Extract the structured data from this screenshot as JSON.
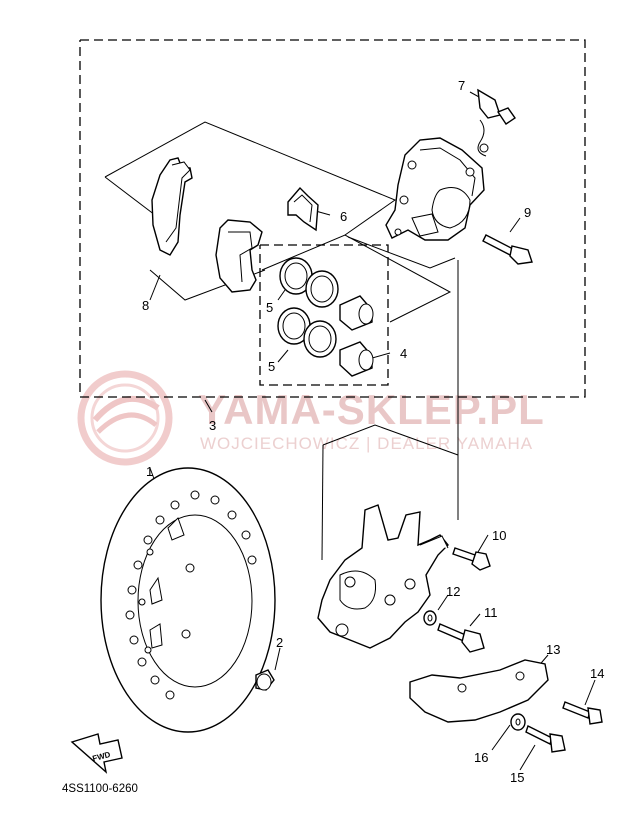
{
  "diagram": {
    "callouts": {
      "c1": "1",
      "c2": "2",
      "c3": "3",
      "c4": "4",
      "c5a": "5",
      "c5b": "5",
      "c6": "6",
      "c7": "7",
      "c8": "8",
      "c9": "9",
      "c10": "10",
      "c11": "11",
      "c12": "12",
      "c13": "13",
      "c14": "14",
      "c15": "15",
      "c16": "16"
    },
    "fwd_label": "FWD",
    "diagram_code": "4SS1100-6260",
    "watermark": {
      "title": "YAMA-SKLEP.PL",
      "subtitle": "WOJCIECHOWICZ | DEALER YAMAHA"
    }
  }
}
